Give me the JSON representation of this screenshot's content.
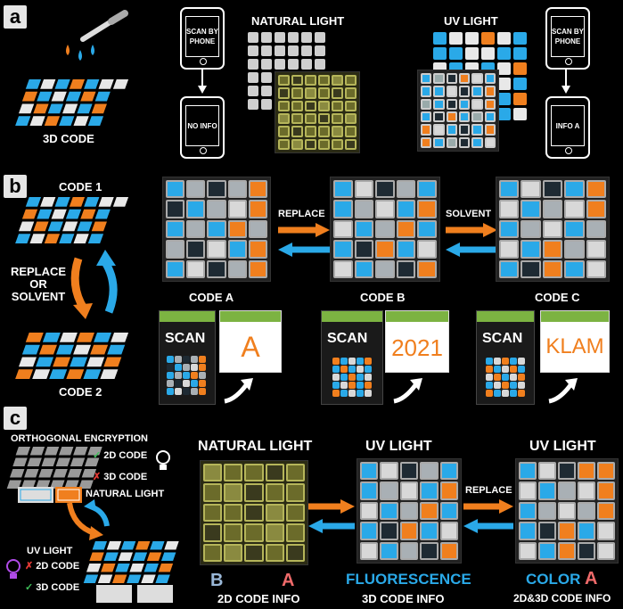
{
  "panels": {
    "a": "a",
    "b": "b",
    "c": "c"
  },
  "colors": {
    "blue": "#2aa9e8",
    "orange": "#f07f1e",
    "white": "#e8e8e8",
    "gray": "#bdbdbd",
    "green": "#7cb342",
    "red": "#e53935"
  },
  "panel_a": {
    "code_label": "3D CODE",
    "natural_light": "NATURAL LIGHT",
    "uv_light": "UV LIGHT",
    "phone_scan_left": "SCAN BY PHONE",
    "phone_result_left": "NO INFO",
    "phone_scan_right": "SCAN BY PHONE",
    "phone_result_right": "INFO A"
  },
  "panel_b": {
    "code1": "CODE 1",
    "code2": "CODE 2",
    "replace_or_solvent": "REPLACE OR SOLVENT",
    "replace": "REPLACE",
    "solvent": "SOLVENT",
    "code_a": "CODE A",
    "code_b": "CODE B",
    "code_c": "CODE C",
    "scan": "SCAN",
    "result_a": "A",
    "result_b": "2021",
    "result_c": "KLAM"
  },
  "panel_c": {
    "orthogonal": "ORTHOGONAL ENCRYPTION",
    "natural_light_small": "NATURAL LIGHT",
    "uv_light_small": "UV LIGHT",
    "code2d_top": "2D CODE",
    "code3d_top": "3D CODE",
    "code2d_bottom": "2D CODE",
    "code3d_bottom": "3D CODE",
    "natural_light": "NATURAL LIGHT",
    "uv_light_mid": "UV LIGHT",
    "uv_light_right": "UV LIGHT",
    "replace": "REPLACE",
    "letter_b": "B",
    "letter_a1": "A",
    "code_info_2d": "2D CODE INFO",
    "fluorescence": "FLUORESCENCE",
    "code_info_3d": "3D CODE INFO",
    "color": "COLOR",
    "letter_a2": "A",
    "code_info_both": "2D&3D CODE INFO"
  }
}
